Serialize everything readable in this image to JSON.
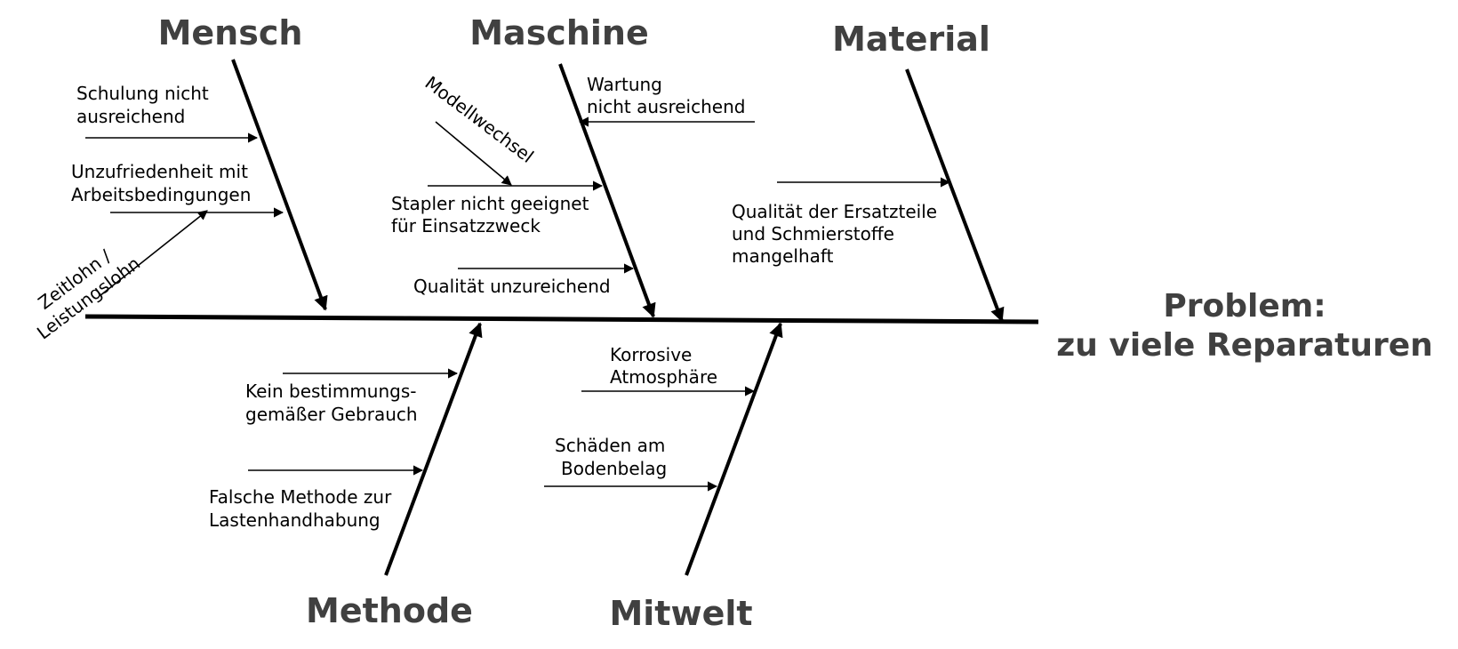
{
  "problem": {
    "line1": "Problem:",
    "line2": "zu viele Reparaturen"
  },
  "categories": {
    "mensch": "Mensch",
    "maschine": "Maschine",
    "material": "Material",
    "methode": "Methode",
    "mitwelt": "Mitwelt"
  },
  "causes": {
    "schulung": [
      "Schulung nicht",
      "ausreichend"
    ],
    "unzufriedenheit": [
      "Unzufriedenheit mit",
      "Arbeitsbedingungen"
    ],
    "zeitlohn": [
      "Zeitlohn /",
      "Leistungslohn"
    ],
    "modellwechsel": "Modellwechsel",
    "wartung": [
      "Wartung",
      "nicht ausreichend"
    ],
    "stapler": [
      "Stapler nicht geeignet",
      "für Einsatzzweck"
    ],
    "qualitaet_unzureichend": "Qualität unzureichend",
    "ersatzteile": [
      "Qualität der Ersatzteile",
      "und Schmierstoffe",
      "mangelhaft"
    ],
    "bestimmung": [
      "Kein bestimmungs-",
      "gemäßer Gebrauch"
    ],
    "falsche_methode": [
      "Falsche Methode zur",
      "Lastenhandhabung"
    ],
    "korrosive": [
      "Korrosive",
      "Atmosphäre"
    ],
    "schaeden": [
      "Schäden am",
      "Bodenbelag"
    ]
  }
}
